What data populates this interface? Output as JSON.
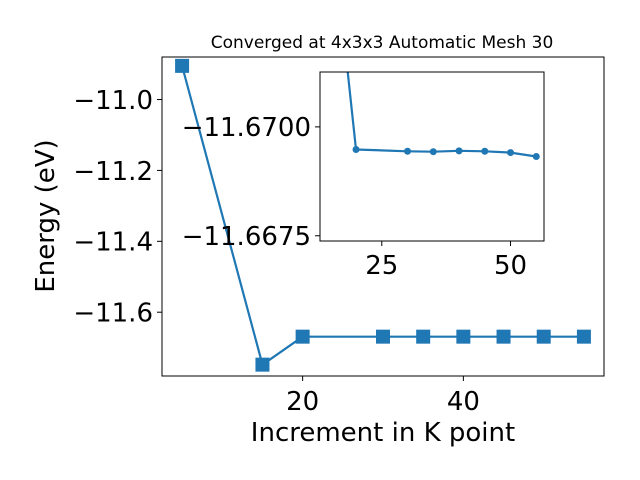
{
  "chart_data": [
    {
      "type": "line",
      "title": "Converged at 4x3x3 Automatic Mesh 30",
      "xlabel": "Increment in K point",
      "ylabel": "Energy (eV)",
      "xlim": [
        2.5,
        57.5
      ],
      "ylim": [
        -11.78,
        -10.88
      ],
      "xticks": [
        20,
        40
      ],
      "xtick_labels": [
        "20",
        "40"
      ],
      "yticks": [
        -11.0,
        -11.2,
        -11.4,
        -11.6
      ],
      "ytick_labels": [
        "−11.0",
        "−11.2",
        "−11.4",
        "−11.6"
      ],
      "grid": false,
      "marker": "square",
      "color": "#1f77b4",
      "series": [
        {
          "x": [
            5,
            15,
            20,
            30,
            35,
            40,
            45,
            50,
            55
          ],
          "y": [
            -10.905,
            -11.748,
            -11.669,
            -11.669,
            -11.669,
            -11.669,
            -11.669,
            -11.669,
            -11.669
          ]
        }
      ]
    },
    {
      "type": "line",
      "title": "",
      "xlabel": "",
      "ylabel": "",
      "xlim": [
        13,
        56.5
      ],
      "ylim": [
        -11.66738,
        -11.67126
      ],
      "xticks": [
        25,
        50
      ],
      "xtick_labels": [
        "25",
        "50"
      ],
      "yticks": [
        -11.67,
        -11.6675
      ],
      "ytick_labels": [
        "−11.6700",
        "−11.6675"
      ],
      "grid": false,
      "marker": "circle",
      "color": "#1f77b4",
      "series": [
        {
          "x": [
            15,
            20,
            30,
            35,
            40,
            45,
            50,
            55
          ],
          "y": [
            -11.675,
            -11.66948,
            -11.66944,
            -11.66943,
            -11.66945,
            -11.66944,
            -11.66941,
            -11.66932
          ]
        }
      ]
    }
  ]
}
